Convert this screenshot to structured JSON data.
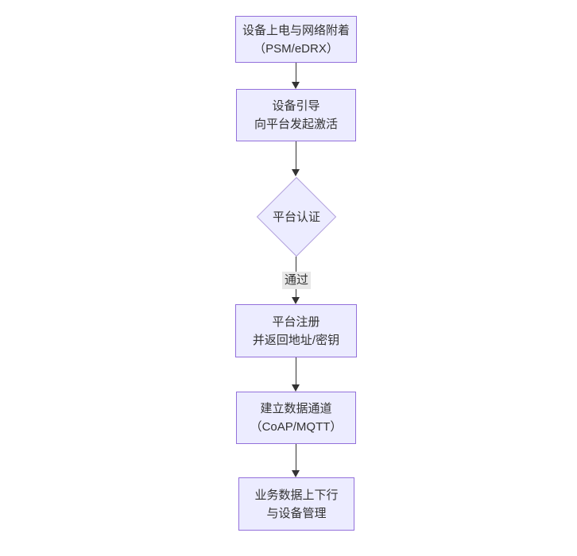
{
  "diagram": {
    "type": "flowchart",
    "direction": "top-down",
    "colors": {
      "canvas_background": "#ffffff",
      "node_fill": "#ececff",
      "node_border": "#9370db",
      "diamond_border": "#b3a2dd",
      "edge_line": "#333333",
      "text": "#333333",
      "edge_label_background": "#e8e8e8"
    },
    "nodes": [
      {
        "id": "power-attach",
        "shape": "rect",
        "lines": [
          "设备上电与网络附着",
          "（PSM/eDRX）"
        ]
      },
      {
        "id": "bootstrap",
        "shape": "rect",
        "lines": [
          "设备引导",
          "向平台发起激活"
        ]
      },
      {
        "id": "platform-auth",
        "shape": "diamond",
        "lines": [
          "平台认证"
        ]
      },
      {
        "id": "register",
        "shape": "rect",
        "lines": [
          "平台注册",
          "并返回地址/密钥"
        ]
      },
      {
        "id": "data-channel",
        "shape": "rect",
        "lines": [
          "建立数据通道",
          "（CoAP/MQTT）"
        ]
      },
      {
        "id": "business-data",
        "shape": "rect",
        "lines": [
          "业务数据上下行",
          "与设备管理"
        ]
      }
    ],
    "edges": [
      {
        "from": "power-attach",
        "to": "bootstrap",
        "label": ""
      },
      {
        "from": "bootstrap",
        "to": "platform-auth",
        "label": ""
      },
      {
        "from": "platform-auth",
        "to": "register",
        "label": "通过"
      },
      {
        "from": "register",
        "to": "data-channel",
        "label": ""
      },
      {
        "from": "data-channel",
        "to": "business-data",
        "label": ""
      }
    ]
  }
}
